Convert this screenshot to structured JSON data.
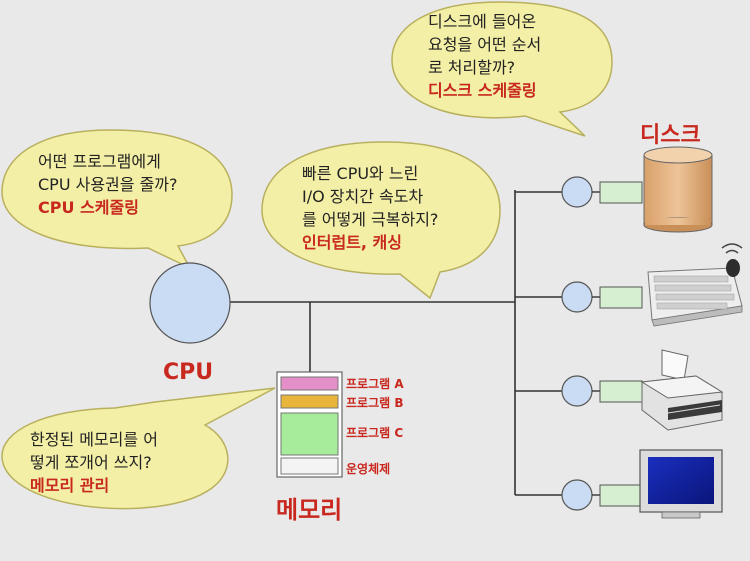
{
  "bubbles": {
    "disk": {
      "lines": [
        "디스크에 들어온",
        "요청을 어떤 순서",
        "로 처리할까?"
      ],
      "answer": "디스크 스케줄링"
    },
    "cpu": {
      "lines": [
        "어떤 프로그램에게",
        "CPU 사용권을 줄까?"
      ],
      "answer": "CPU 스케줄링"
    },
    "io": {
      "lines": [
        "빠른 CPU와 느린",
        "I/O 장치간 속도차",
        "를 어떻게 극복하지?"
      ],
      "answer": "인터럽트, 캐싱"
    },
    "memory": {
      "lines": [
        "한정된 메모리를 어",
        "떻게 쪼개어 쓰지?"
      ],
      "answer": "메모리 관리"
    }
  },
  "labels": {
    "cpu": "CPU",
    "disk": "디스크",
    "memory": "메모리"
  },
  "memory_blocks": [
    {
      "label": "프로그램 A",
      "color": "#e58fc8"
    },
    {
      "label": "프로그램 B",
      "color": "#e8b43a"
    },
    {
      "label": "프로그램 C",
      "color": "#a6ec9a"
    },
    {
      "label": "운영체제",
      "color": "#f4f4f4"
    }
  ],
  "devices": [
    "disk-icon",
    "keyboard-icon",
    "printer-icon",
    "monitor-icon"
  ],
  "colors": {
    "bubble_fill": "#f3efa6",
    "bubble_stroke": "#b9b05e",
    "controller_fill": "#c9dcf4",
    "adapter_fill": "#d5efd0",
    "accent_red": "#c8281e"
  }
}
